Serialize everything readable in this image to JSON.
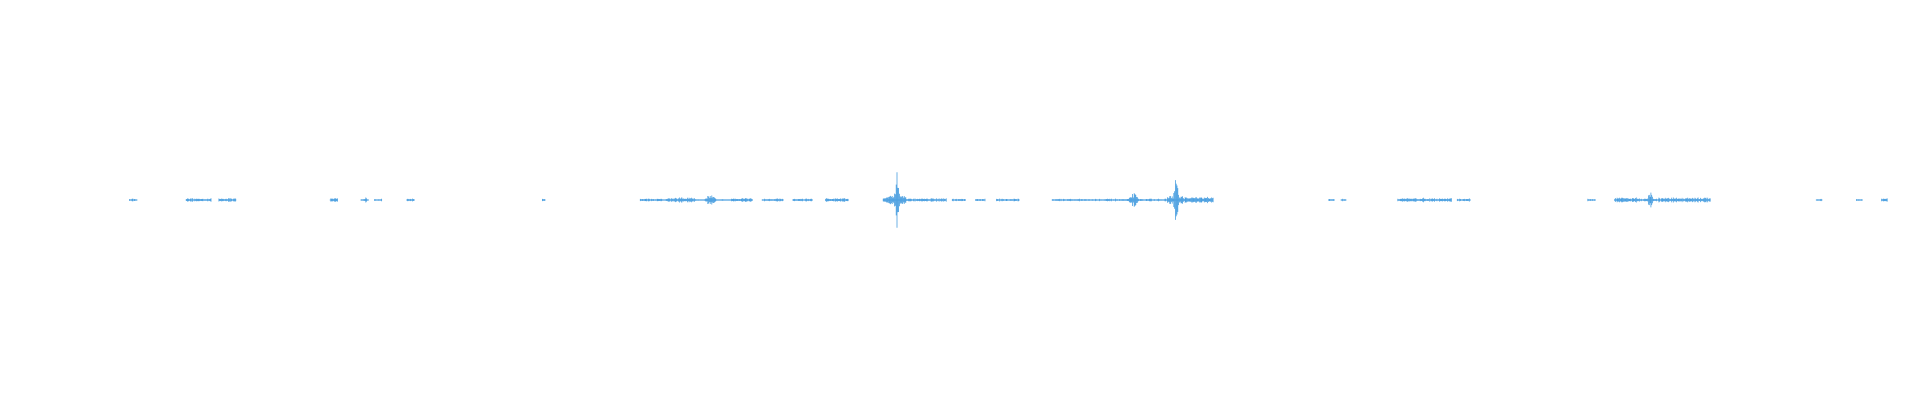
{
  "waveform": {
    "color": "#4a9fe0",
    "background": "#ffffff",
    "progress": 0,
    "segments": [
      {
        "t0": 0.0675,
        "t1": 0.0715,
        "amp": 0.06
      },
      {
        "t0": 0.097,
        "t1": 0.11,
        "amp": 0.07
      },
      {
        "t0": 0.114,
        "t1": 0.123,
        "amp": 0.08
      },
      {
        "t0": 0.172,
        "t1": 0.176,
        "amp": 0.08
      },
      {
        "t0": 0.188,
        "t1": 0.192,
        "amp": 0.2,
        "peak": 0.1905
      },
      {
        "t0": 0.195,
        "t1": 0.199,
        "amp": 0.05
      },
      {
        "t0": 0.212,
        "t1": 0.216,
        "amp": 0.06
      },
      {
        "t0": 0.2825,
        "t1": 0.284,
        "amp": 0.05
      },
      {
        "t0": 0.3335,
        "t1": 0.348,
        "amp": 0.06
      },
      {
        "t0": 0.348,
        "t1": 0.362,
        "amp": 0.1
      },
      {
        "t0": 0.362,
        "t1": 0.381,
        "amp": 0.2,
        "peak": 0.37
      },
      {
        "t0": 0.381,
        "t1": 0.392,
        "amp": 0.08
      },
      {
        "t0": 0.397,
        "t1": 0.408,
        "amp": 0.06
      },
      {
        "t0": 0.413,
        "t1": 0.423,
        "amp": 0.06
      },
      {
        "t0": 0.43,
        "t1": 0.442,
        "amp": 0.07
      },
      {
        "t0": 0.46,
        "t1": 0.463,
        "amp": 0.12
      },
      {
        "t0": 0.463,
        "t1": 0.472,
        "amp": 1.0,
        "peak": 0.4672
      },
      {
        "t0": 0.472,
        "t1": 0.493,
        "amp": 0.08
      },
      {
        "t0": 0.496,
        "t1": 0.503,
        "amp": 0.05
      },
      {
        "t0": 0.508,
        "t1": 0.513,
        "amp": 0.05
      },
      {
        "t0": 0.519,
        "t1": 0.531,
        "amp": 0.06
      },
      {
        "t0": 0.548,
        "t1": 0.582,
        "amp": 0.05
      },
      {
        "t0": 0.582,
        "t1": 0.598,
        "amp": 0.25,
        "peak": 0.5905
      },
      {
        "t0": 0.598,
        "t1": 0.608,
        "amp": 0.05
      },
      {
        "t0": 0.608,
        "t1": 0.616,
        "amp": 1.0,
        "peak": 0.6125
      },
      {
        "t0": 0.616,
        "t1": 0.632,
        "amp": 0.12
      },
      {
        "t0": 0.692,
        "t1": 0.695,
        "amp": 0.05
      },
      {
        "t0": 0.6985,
        "t1": 0.701,
        "amp": 0.05
      },
      {
        "t0": 0.728,
        "t1": 0.756,
        "amp": 0.08
      },
      {
        "t0": 0.759,
        "t1": 0.766,
        "amp": 0.06
      },
      {
        "t0": 0.827,
        "t1": 0.831,
        "amp": 0.05
      },
      {
        "t0": 0.841,
        "t1": 0.854,
        "amp": 0.1
      },
      {
        "t0": 0.854,
        "t1": 0.864,
        "amp": 0.3,
        "peak": 0.8595
      },
      {
        "t0": 0.864,
        "t1": 0.891,
        "amp": 0.1
      },
      {
        "t0": 0.946,
        "t1": 0.949,
        "amp": 0.05
      },
      {
        "t0": 0.967,
        "t1": 0.97,
        "amp": 0.05
      },
      {
        "t0": 0.98,
        "t1": 0.983,
        "amp": 0.08
      }
    ]
  }
}
